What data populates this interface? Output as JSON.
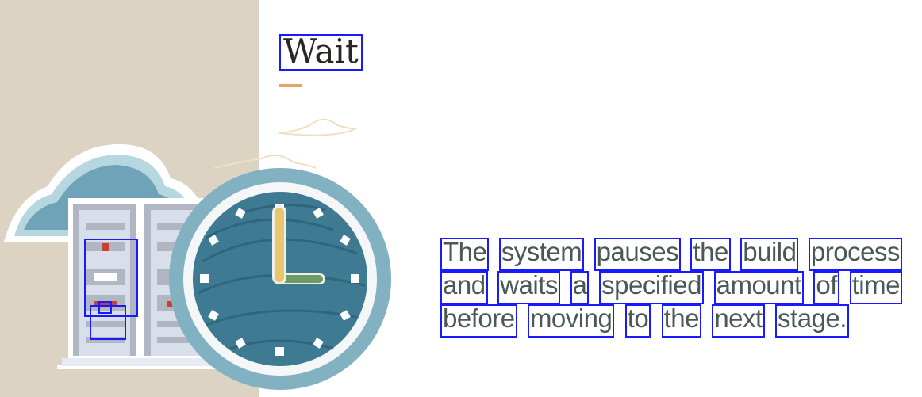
{
  "title": "Wait",
  "description": {
    "lines": [
      [
        "The",
        "system",
        "pauses",
        "the",
        "build",
        "process"
      ],
      [
        "and",
        "waits",
        "a",
        "specified",
        "amount",
        "of",
        "time"
      ],
      [
        "before",
        "moving",
        "to",
        "the",
        "next",
        "stage."
      ]
    ]
  },
  "colors": {
    "accent": "#e0a866",
    "text": "#4b5858",
    "panel": "#dcd3c2",
    "clock_ring": "#7fb0c0",
    "clock_face": "#3f7a93"
  },
  "illustration": {
    "icons": [
      "cloud-icon",
      "server-rack-icon",
      "clock-icon"
    ]
  }
}
